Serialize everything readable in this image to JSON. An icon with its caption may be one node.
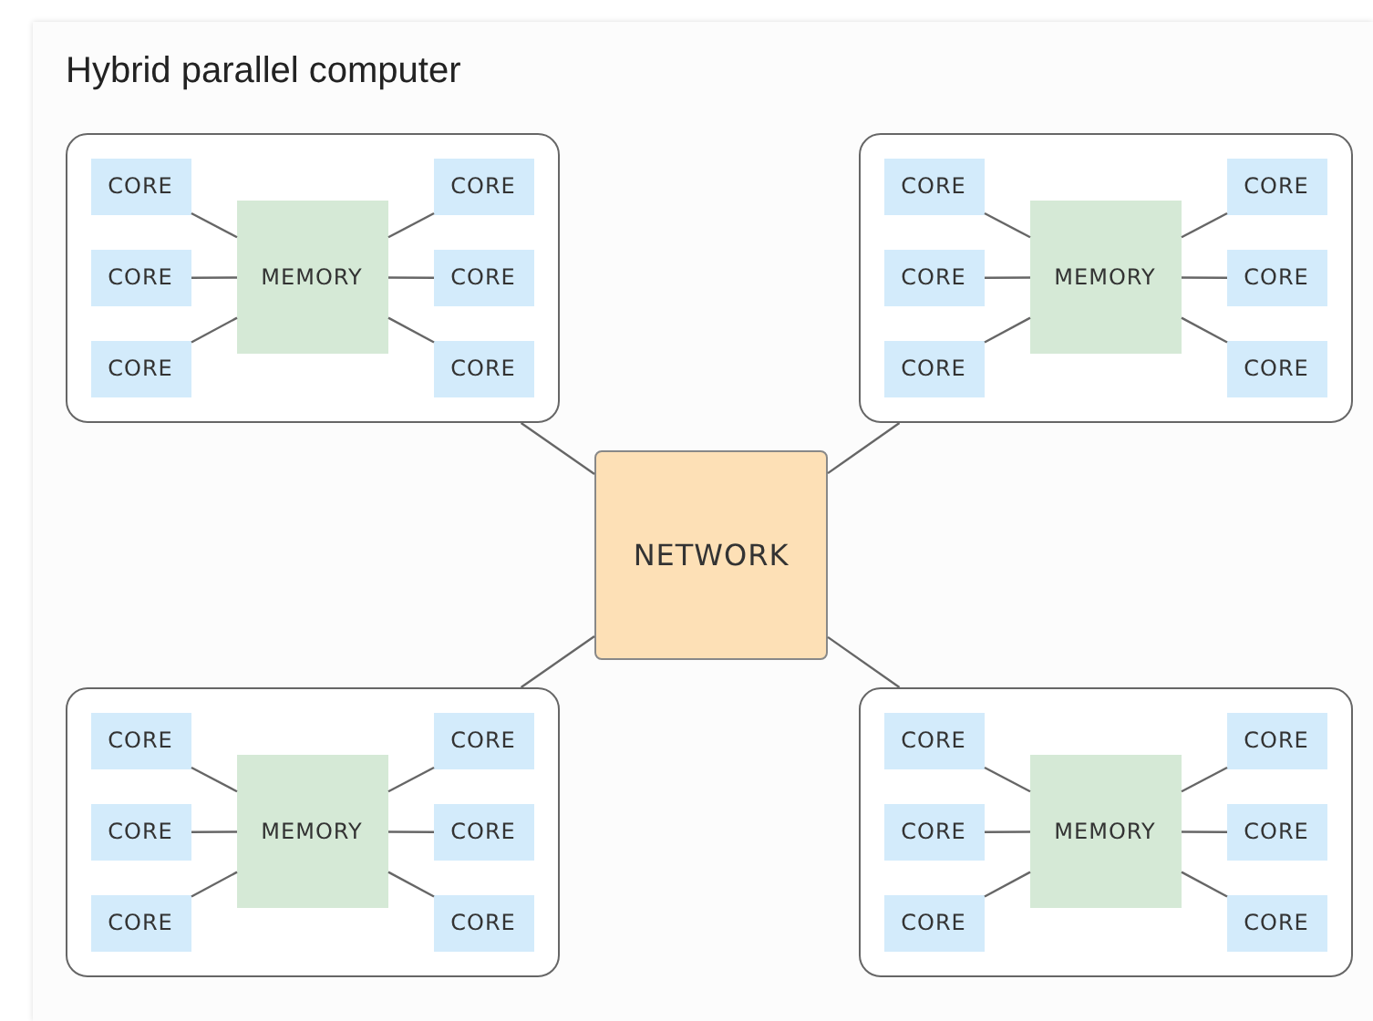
{
  "diagram": {
    "title": "Hybrid parallel computer",
    "nodes": [
      {
        "text": [],
        "shape": "box"
      },
      {
        "text": [
          "CORE"
        ],
        "in": 0
      },
      {
        "text": [
          "CORE"
        ],
        "in": 0
      },
      {
        "text": [
          "CORE"
        ],
        "in": 0
      },
      {
        "text": [
          "MEMORY"
        ],
        "in": 0
      },
      {
        "text": [
          "CORE"
        ],
        "in": 0
      },
      {
        "text": [
          "CORE"
        ],
        "in": 0
      },
      {
        "text": [
          "CORE"
        ],
        "in": 0
      },
      {
        "text": [],
        "shape": "box"
      },
      {
        "text": [
          "CORE"
        ],
        "in": 8
      },
      {
        "text": [
          "CORE"
        ],
        "in": 8
      },
      {
        "text": [
          "CORE"
        ],
        "in": 8
      },
      {
        "text": [
          "MEMORY"
        ],
        "in": 8
      },
      {
        "text": [
          "CORE"
        ],
        "in": 8
      },
      {
        "text": [
          "CORE"
        ],
        "in": 8
      },
      {
        "text": [
          "CORE"
        ],
        "in": 8
      },
      {
        "text": [
          "NETWORK"
        ]
      },
      {
        "text": [],
        "shape": "box"
      },
      {
        "text": [
          "CORE"
        ],
        "in": 17
      },
      {
        "text": [
          "CORE"
        ],
        "in": 17
      },
      {
        "text": [
          "CORE"
        ],
        "in": 17
      },
      {
        "text": [
          "MEMORY"
        ],
        "in": 17
      },
      {
        "text": [
          "CORE"
        ],
        "in": 17
      },
      {
        "text": [
          "CORE"
        ],
        "in": 17
      },
      {
        "text": [
          "CORE"
        ],
        "in": 17
      },
      {
        "text": [],
        "shape": "box"
      },
      {
        "text": [
          "CORE"
        ],
        "in": 25
      },
      {
        "text": [
          "CORE"
        ],
        "in": 25
      },
      {
        "text": [
          "CORE"
        ],
        "in": 25
      },
      {
        "text": [
          "MEMORY"
        ],
        "in": 25
      },
      {
        "text": [
          "CORE"
        ],
        "in": 25
      },
      {
        "text": [
          "CORE"
        ],
        "in": 25
      },
      {
        "text": [
          "CORE"
        ],
        "in": 25
      }
    ],
    "edges": [
      {
        "from": 1,
        "to": 4,
        "arrow": "none"
      },
      {
        "from": 2,
        "to": 4,
        "arrow": "none"
      },
      {
        "from": 3,
        "to": 4,
        "arrow": "none"
      },
      {
        "from": 5,
        "to": 4,
        "arrow": "none"
      },
      {
        "from": 6,
        "to": 4,
        "arrow": "none"
      },
      {
        "from": 7,
        "to": 4,
        "arrow": "none"
      },
      {
        "from": 9,
        "to": 12,
        "arrow": "none"
      },
      {
        "from": 10,
        "to": 12,
        "arrow": "none"
      },
      {
        "from": 11,
        "to": 12,
        "arrow": "none"
      },
      {
        "from": 13,
        "to": 12,
        "arrow": "none"
      },
      {
        "from": 14,
        "to": 12,
        "arrow": "none"
      },
      {
        "from": 15,
        "to": 12,
        "arrow": "none"
      },
      {
        "from": 18,
        "to": 21,
        "arrow": "none"
      },
      {
        "from": 19,
        "to": 21,
        "arrow": "none"
      },
      {
        "from": 20,
        "to": 21,
        "arrow": "none"
      },
      {
        "from": 22,
        "to": 21,
        "arrow": "none"
      },
      {
        "from": 23,
        "to": 21,
        "arrow": "none"
      },
      {
        "from": 24,
        "to": 21,
        "arrow": "none"
      },
      {
        "from": 26,
        "to": 29,
        "arrow": "none"
      },
      {
        "from": 27,
        "to": 29,
        "arrow": "none"
      },
      {
        "from": 28,
        "to": 29,
        "arrow": "none"
      },
      {
        "from": 30,
        "to": 29,
        "arrow": "none"
      },
      {
        "from": 31,
        "to": 29,
        "arrow": "none"
      },
      {
        "from": 32,
        "to": 29,
        "arrow": "none"
      },
      {
        "from": 0,
        "to": 16,
        "arrow": "none"
      },
      {
        "from": 8,
        "to": 16,
        "arrow": "none"
      },
      {
        "from": 17,
        "to": 16,
        "arrow": "none"
      },
      {
        "from": 25,
        "to": 16,
        "arrow": "none"
      }
    ]
  }
}
